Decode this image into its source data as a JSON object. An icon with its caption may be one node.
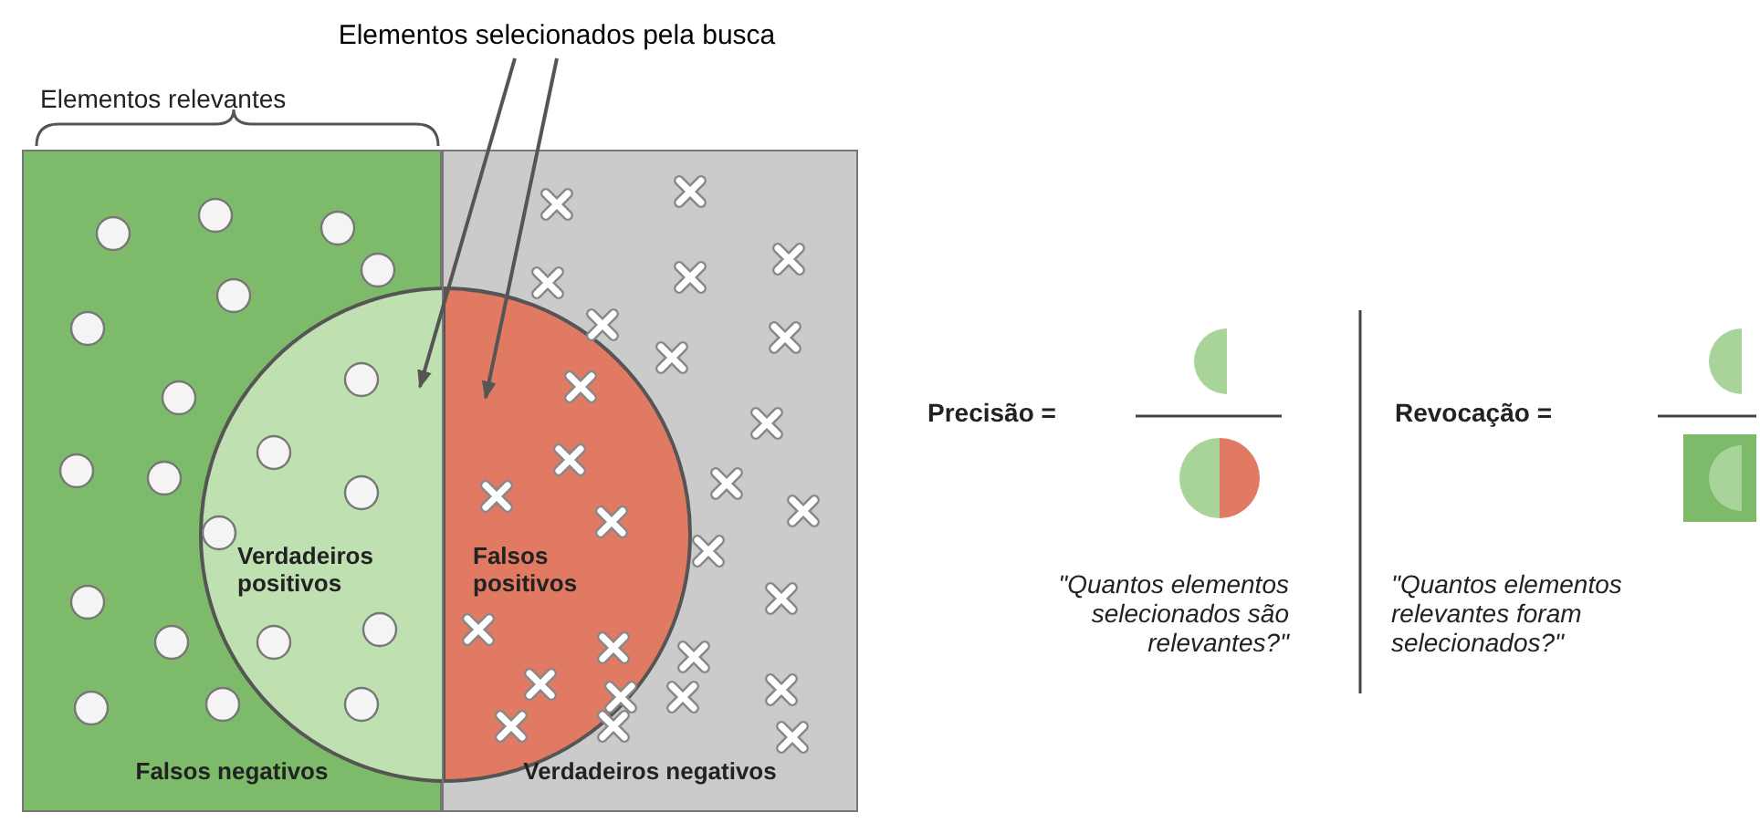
{
  "diagram": {
    "nodes": [
      {
        "text": [
          "Elementos selecionados pela busca"
        ]
      },
      {
        "text": [
          "Falsos negativos"
        ]
      },
      {
        "text": [
          "Verdadeiros negativos"
        ]
      },
      {
        "text": [
          "Verdadeiros positivos"
        ],
        "in": 1
      },
      {
        "text": [
          "Falsos positivos"
        ],
        "in": 2
      }
    ],
    "edges": [
      {
        "from": 0,
        "to": 3,
        "arrow": "to"
      },
      {
        "from": 0,
        "to": 4,
        "arrow": "to"
      }
    ],
    "labels": [
      "Elementos relevantes",
      "Precisão =",
      "Revocação =",
      "\"Quantos elementos selecionados são relevantes?\"",
      "\"Quantos elementos relevantes foram selecionados?\""
    ]
  }
}
